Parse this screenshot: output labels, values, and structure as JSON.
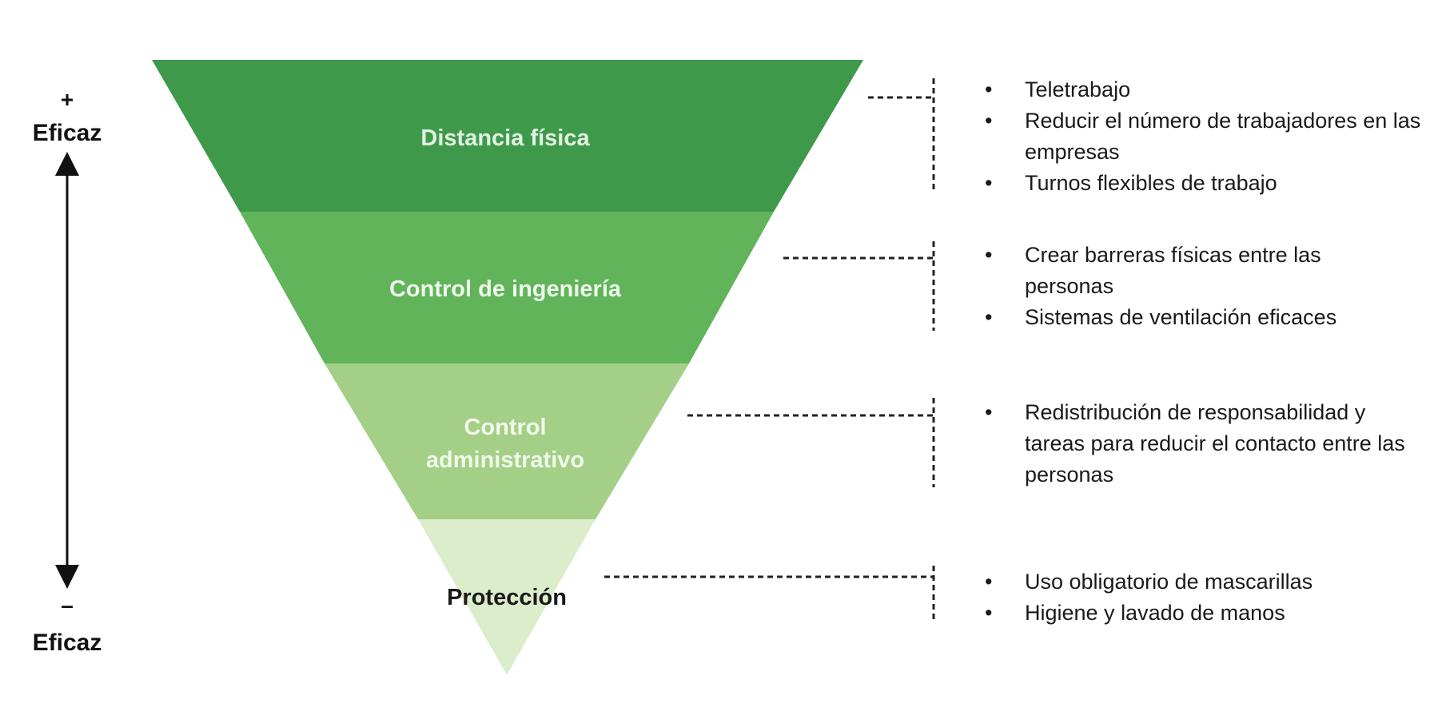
{
  "scale": {
    "top_sign": "+",
    "top_label": "Eficaz",
    "bottom_sign": "–",
    "bottom_label": "Eficaz"
  },
  "layers": [
    {
      "label_lines": [
        "Distancia física"
      ],
      "fill": "#3e9a4a",
      "text_color": "#e3f1e3"
    },
    {
      "label_lines": [
        "Control de ingeniería"
      ],
      "fill": "#61b45a",
      "text_color": "#eef7ec"
    },
    {
      "label_lines": [
        "Control",
        "administrativo"
      ],
      "fill": "#a3d086",
      "text_color": "#f2f8ec"
    },
    {
      "label_lines": [
        "Protección"
      ],
      "fill": "#dcedcb",
      "text_color": "#1a1a1a"
    }
  ],
  "measures": [
    {
      "items": [
        "Teletrabajo",
        "Reducir el número de trabajadores en las empresas",
        "Turnos flexibles de trabajo"
      ]
    },
    {
      "items": [
        "Crear barreras físicas entre las personas",
        "Sistemas de ventilación eficaces"
      ]
    },
    {
      "items": [
        "Redistribución de responsabilidad y tareas para reducir el contacto entre las personas"
      ]
    },
    {
      "items": [
        "Uso obligatorio de mascarillas",
        "Higiene y lavado de manos"
      ]
    }
  ],
  "bullet_symbol": "•"
}
